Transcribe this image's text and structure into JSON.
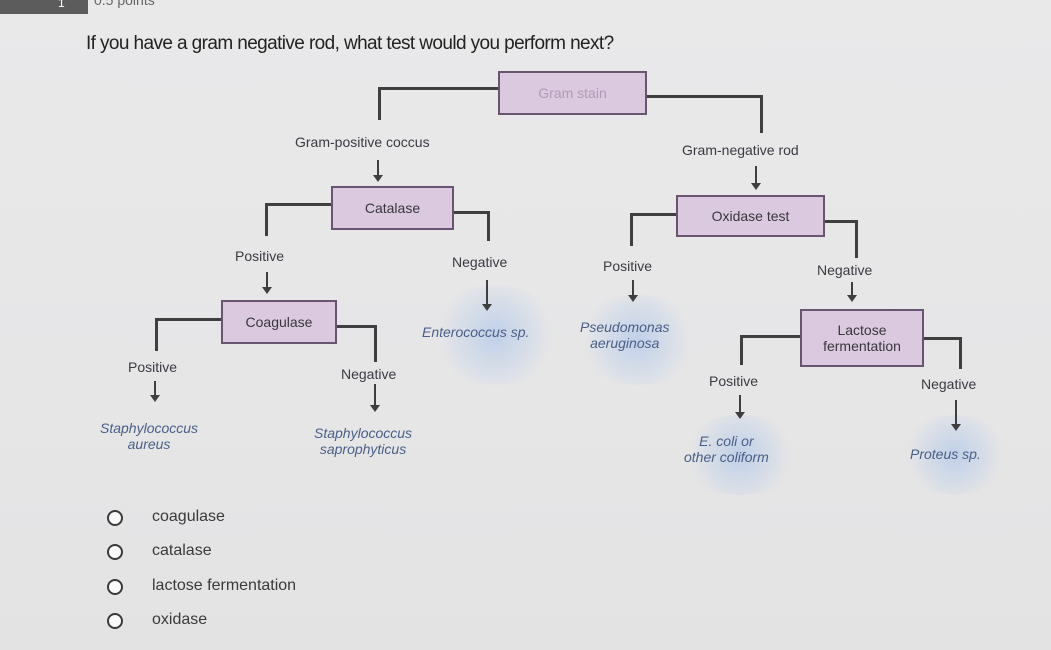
{
  "header": {
    "question_number": "1",
    "points": "0.5 points",
    "question": "If you have a gram negative rod, what test would you perform next?"
  },
  "diagram": {
    "root": "Gram stain",
    "gram_positive": "Gram-positive coccus",
    "gram_negative": "Gram-negative rod",
    "catalase": "Catalase",
    "oxidase": "Oxidase test",
    "catalase_positive": "Positive",
    "catalase_negative": "Negative",
    "enterococcus": "Enterococcus sp.",
    "oxidase_positive": "Positive",
    "oxidase_negative": "Negative",
    "pseudomonas_line1": "Pseudomonas",
    "pseudomonas_line2": "aeruginosa",
    "coagulase": "Coagulase",
    "lactose_line1": "Lactose",
    "lactose_line2": "fermentation",
    "coag_positive": "Positive",
    "coag_negative": "Negative",
    "staph_aureus_line1": "Staphylococcus",
    "staph_aureus_line2": "aureus",
    "staph_sapro_line1": "Staphylococcus",
    "staph_sapro_line2": "saprophyticus",
    "lactose_positive": "Positive",
    "lactose_negative": "Negative",
    "ecoli_line1": "E. coli or",
    "ecoli_line2": "other coliform",
    "proteus": "Proteus sp."
  },
  "options": [
    {
      "label": "coagulase",
      "selected": false
    },
    {
      "label": "catalase",
      "selected": false
    },
    {
      "label": "lactose fermentation",
      "selected": false
    },
    {
      "label": "oxidase",
      "selected": false
    }
  ]
}
